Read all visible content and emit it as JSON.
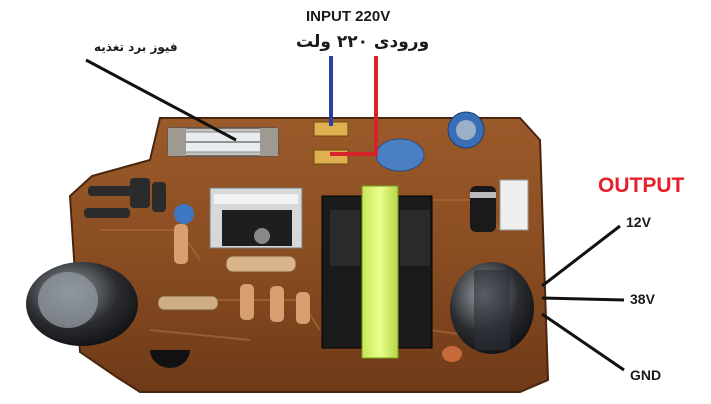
{
  "labels": {
    "input_en": "INPUT 220V",
    "input_fa": "ورودی ۲۲۰ ولت",
    "fuse": "فیوز برد تغذیه",
    "output_title": "OUTPUT",
    "out_12v": "12V",
    "out_38v": "38V",
    "out_gnd": "GND"
  },
  "colors": {
    "pcb": "#8a4d22",
    "pcb_dark": "#5a2f12",
    "wire_blue": "#2e3fa0",
    "wire_red": "#d6232b",
    "output_title": "#e4202a",
    "leader": "#111111"
  }
}
